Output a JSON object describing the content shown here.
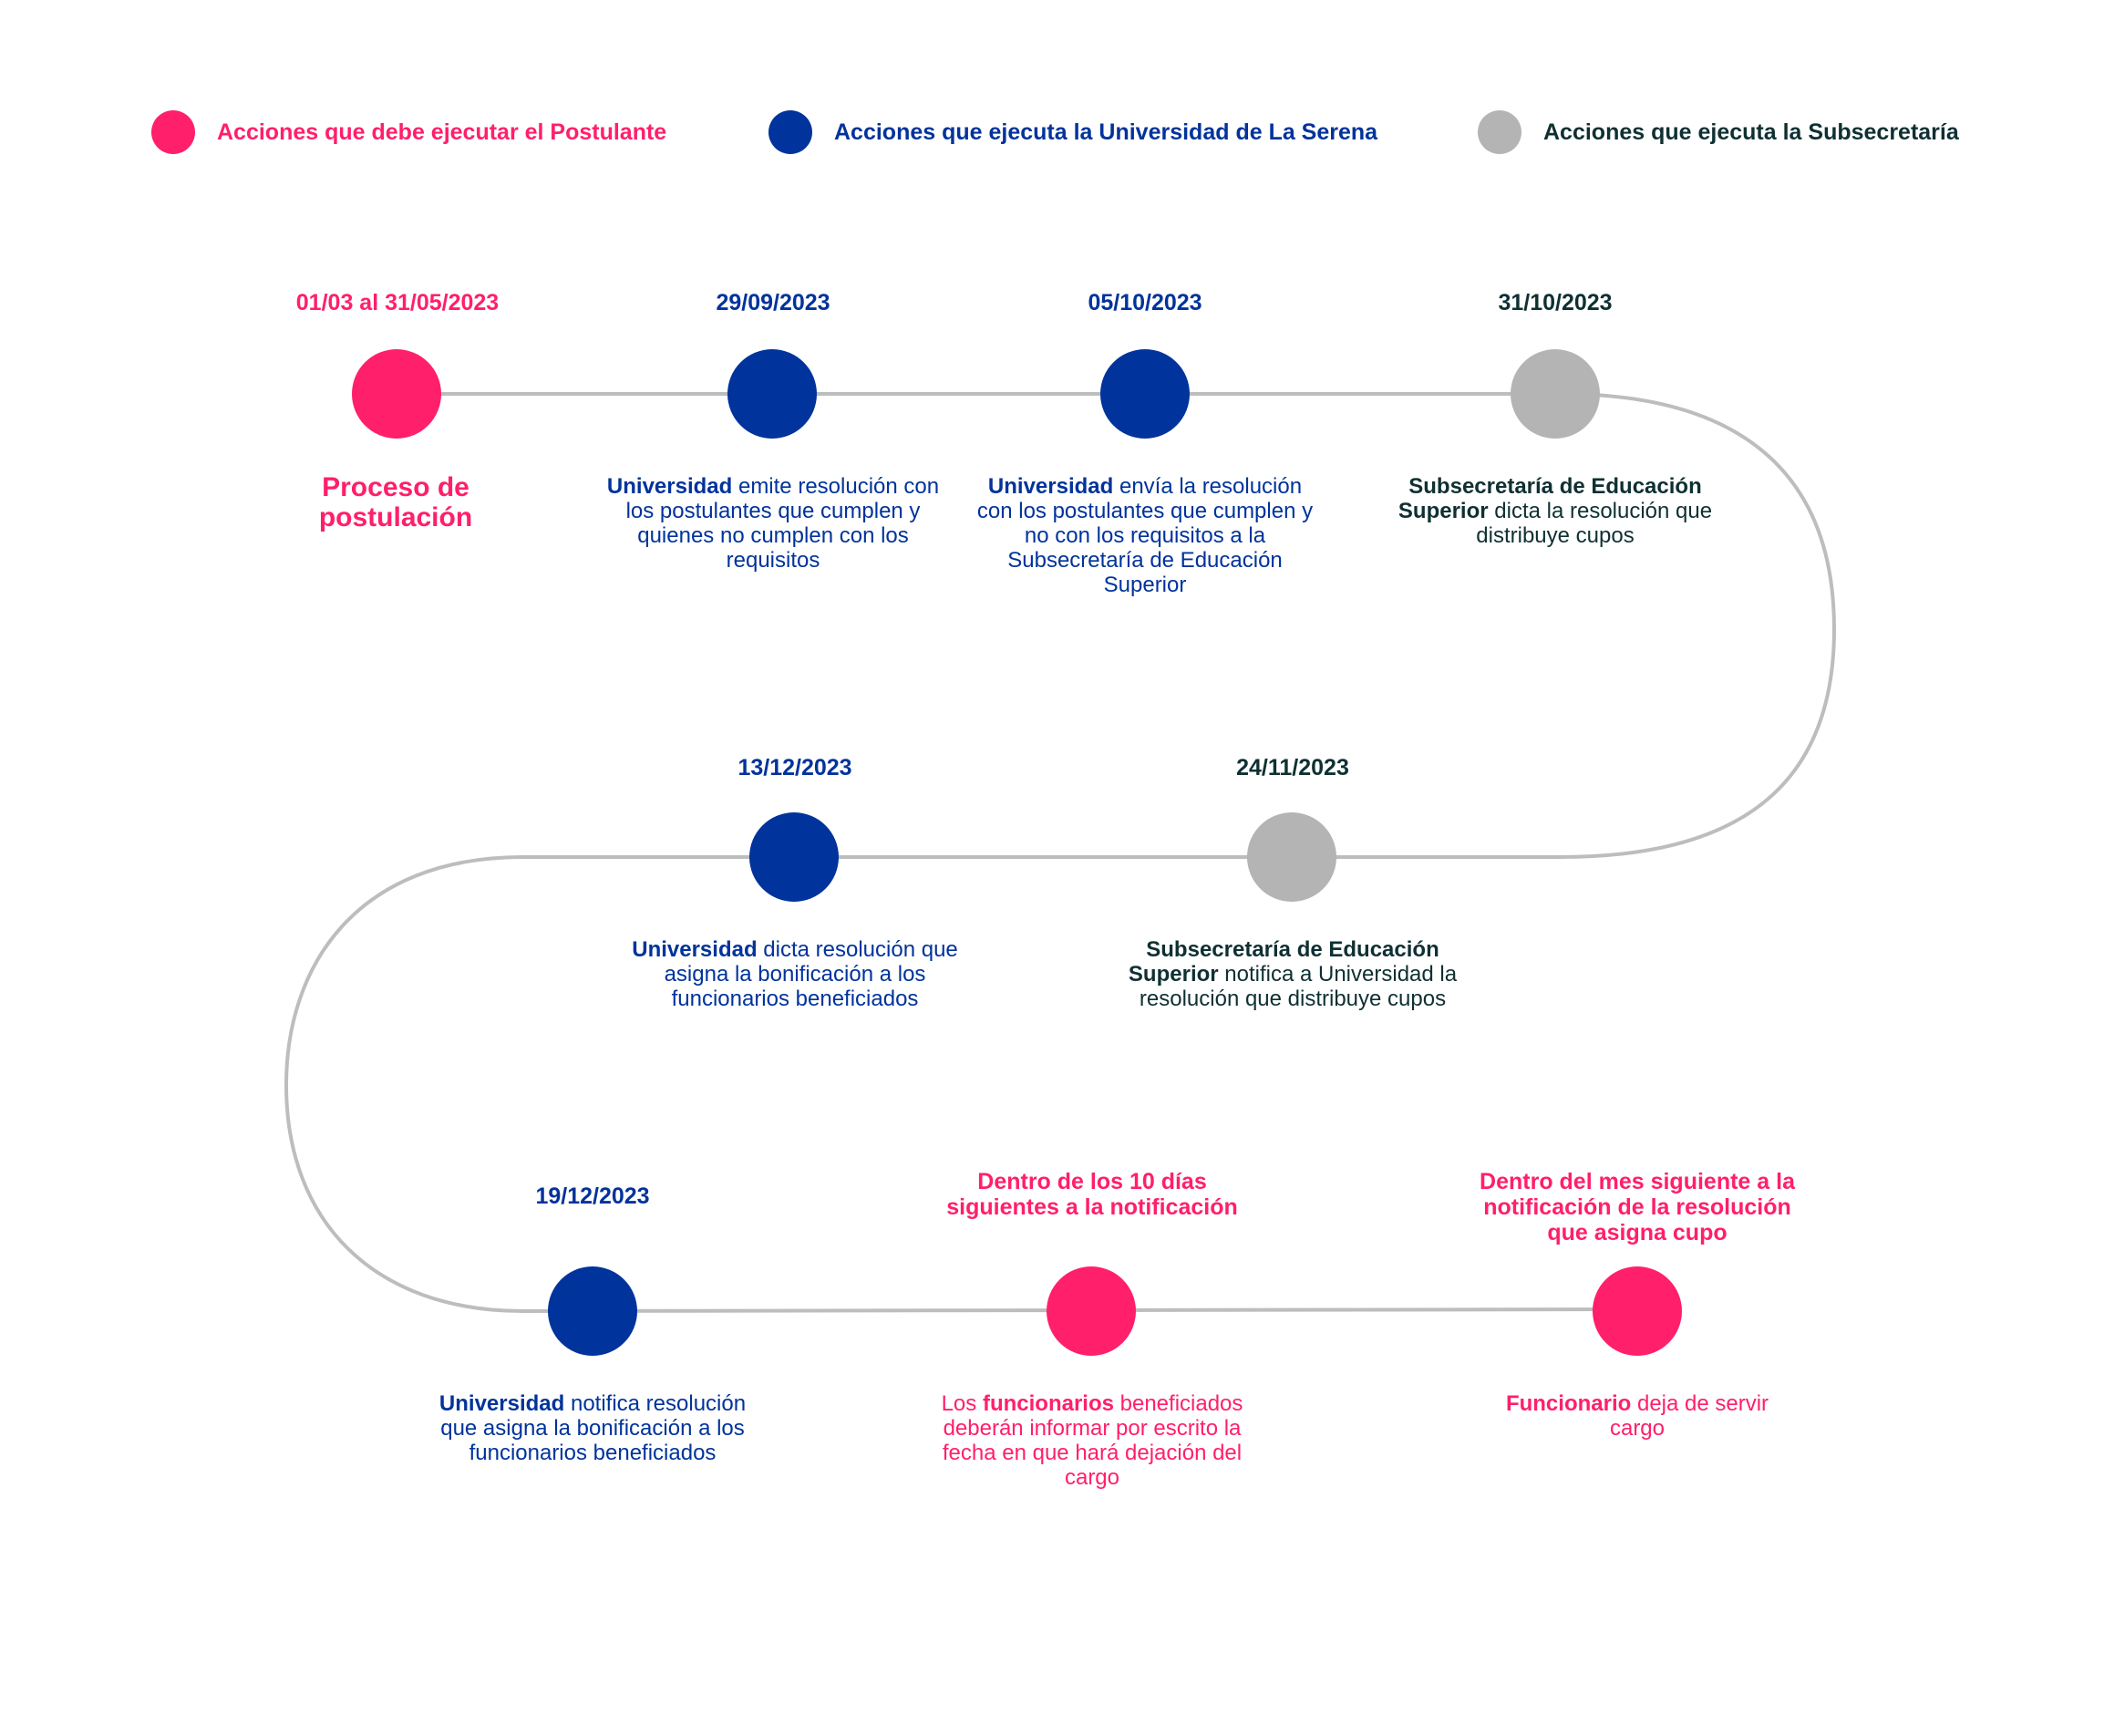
{
  "colors": {
    "postulante": "#ff1f6b",
    "universidad": "#00339b",
    "subsecretaria": "#b4b4b4",
    "dark_text": "#0f3033",
    "path": "#bdbdbd"
  },
  "legend": [
    {
      "label": "Acciones que debe ejecutar el Postulante",
      "actor": "postulante"
    },
    {
      "label": "Acciones que ejecuta la Universidad de La Serena",
      "actor": "universidad"
    },
    {
      "label": "Acciones que ejecuta la Subsecretaría",
      "actor": "subsecretaria"
    }
  ],
  "steps": [
    {
      "date": "01/03 al 31/05/2023",
      "actor": "postulante",
      "bold": "Proceso de postulación",
      "text": ""
    },
    {
      "date": "29/09/2023",
      "actor": "universidad",
      "bold": "Universidad",
      "text": " emite resolución con los postulantes que cumplen y quienes no cumplen con los requisitos"
    },
    {
      "date": "05/10/2023",
      "actor": "universidad",
      "bold": "Universidad",
      "text": " envía la resolución con los postulantes que cumplen y no con los requisitos a la Subsecretaría de Educación Superior"
    },
    {
      "date": "31/10/2023",
      "actor": "subsecretaria",
      "bold": "Subsecretaría de Educación Superior",
      "text": " dicta la resolución que distribuye cupos"
    },
    {
      "date": "24/11/2023",
      "actor": "subsecretaria",
      "bold": "Subsecretaría de Educación Superior",
      "text": " notifica a Universidad la resolución que distribuye cupos"
    },
    {
      "date": "13/12/2023",
      "actor": "universidad",
      "bold": "Universidad",
      "text": " dicta resolución que asigna la bonificación a los funcionarios beneficiados"
    },
    {
      "date": "19/12/2023",
      "actor": "universidad",
      "bold": "Universidad",
      "text": " notifica resolución que asigna la bonificación a los funcionarios beneficiados"
    },
    {
      "date": "Dentro de los 10 días siguientes a la notificación",
      "actor": "postulante",
      "pre": "Los ",
      "bold": "funcionarios",
      "text": " beneficiados deberán informar por escrito la fecha en que hará dejación del cargo"
    },
    {
      "date": "Dentro del mes siguiente a la notificación de la resolución que asigna cupo",
      "actor": "postulante",
      "bold": "Funcionario",
      "text": " deja de servir cargo"
    }
  ]
}
